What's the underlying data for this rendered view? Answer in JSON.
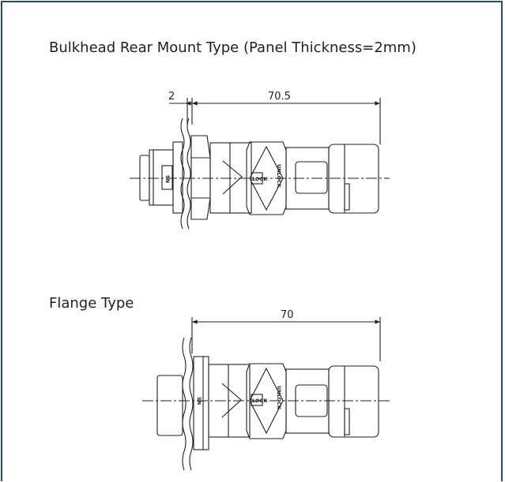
{
  "titles": {
    "bulkhead": "Bulkhead Rear Mount Type (Panel Thickness=2mm)",
    "flange": "Flange Type"
  },
  "dimensions": {
    "bulkhead_panel": "2",
    "bulkhead_length": "70.5",
    "flange_length": "70"
  },
  "markings": {
    "lock": "LOCK",
    "unlock": "UNLOCK",
    "top_label": "SN"
  },
  "colors": {
    "frame": "#23497a",
    "line": "#231f20"
  }
}
